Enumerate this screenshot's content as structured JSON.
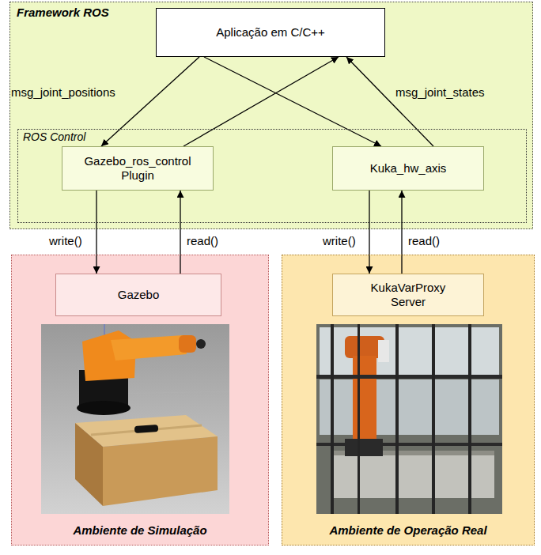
{
  "diagram": {
    "nodes": [
      {
        "text": [
          "Framework ROS"
        ]
      },
      {
        "text": [
          "Aplicação em C/C++"
        ],
        "in": 0
      },
      {
        "text": [
          "ROS Control"
        ],
        "in": 0
      },
      {
        "text": [
          "Gazebo_ros_control Plugin"
        ],
        "in": 2
      },
      {
        "text": [
          "Kuka_hw_axis"
        ],
        "in": 2
      },
      {
        "text": [
          "Ambiente de Simulação"
        ]
      },
      {
        "text": [
          "Gazebo"
        ],
        "in": 5
      },
      {
        "text": [
          "Ambiente de Operação Real"
        ]
      },
      {
        "text": [
          "KukaVarProxy Server"
        ],
        "in": 7
      }
    ],
    "edges": [
      {
        "from": 1,
        "to": 3,
        "arrow": "to",
        "label": "msg_joint_positions"
      },
      {
        "from": 1,
        "to": 4,
        "arrow": "to"
      },
      {
        "from": 3,
        "to": 1,
        "arrow": "to"
      },
      {
        "from": 4,
        "to": 1,
        "arrow": "to",
        "label": "msg_joint_states"
      },
      {
        "from": 3,
        "to": 6,
        "arrow": "to",
        "label": "write()"
      },
      {
        "from": 6,
        "to": 3,
        "arrow": "to",
        "label": "read()"
      },
      {
        "from": 4,
        "to": 8,
        "arrow": "to",
        "label": "write()"
      },
      {
        "from": 8,
        "to": 4,
        "arrow": "to",
        "label": "read()"
      }
    ]
  }
}
